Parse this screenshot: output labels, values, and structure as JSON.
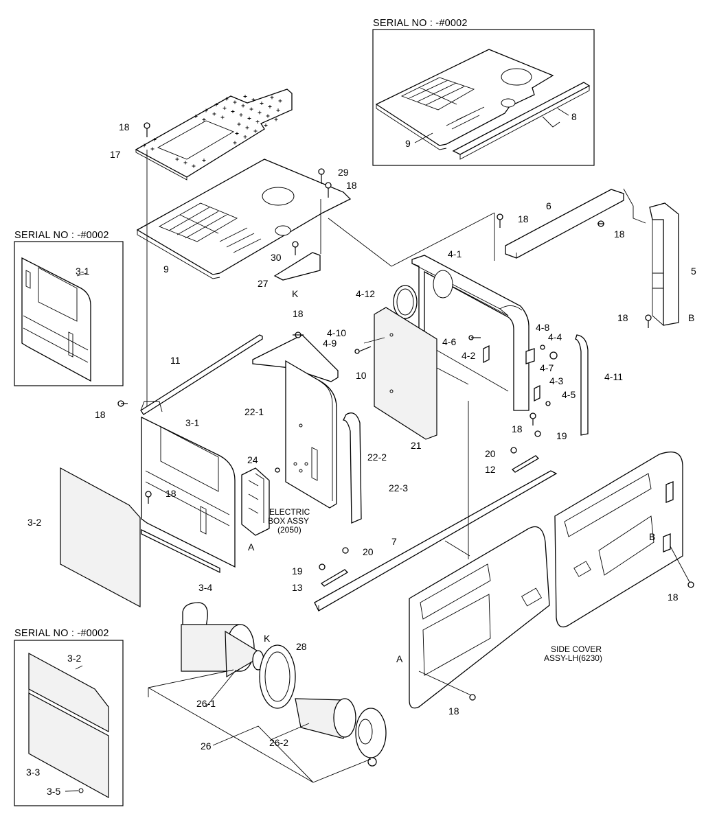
{
  "serial_boxes": [
    {
      "title": "SERIAL NO : -#0002"
    },
    {
      "title": "SERIAL NO : -#0002"
    },
    {
      "title": "SERIAL NO : -#0002"
    }
  ],
  "inset_labels": {
    "top": [
      "8",
      "9"
    ],
    "left": [
      "3-1"
    ],
    "bottom": [
      "3-2",
      "3-3",
      "3-5"
    ]
  },
  "main_labels": [
    "18",
    "17",
    "29",
    "18",
    "9",
    "30",
    "27",
    "K",
    "6",
    "18",
    "18",
    "5",
    "18",
    "B",
    "4-1",
    "4-12",
    "4-10",
    "4-9",
    "18",
    "4-6",
    "4-2",
    "4-8",
    "4-4",
    "4-7",
    "4-3",
    "4-5",
    "4-11",
    "11",
    "10",
    "18",
    "3-1",
    "22-1",
    "21",
    "18",
    "19",
    "22-2",
    "20",
    "12",
    "24",
    "18",
    "22-3",
    "3-2",
    "A",
    "3-4",
    "7",
    "20",
    "19",
    "13",
    "B",
    "18",
    "K",
    "28",
    "A",
    "26-1",
    "26",
    "26-2",
    "18"
  ],
  "electric_box": [
    "ELECTRIC",
    "BOX ASSY",
    "(2050)"
  ],
  "side_cover": [
    "SIDE COVER",
    "ASSY-LH(6230)"
  ]
}
